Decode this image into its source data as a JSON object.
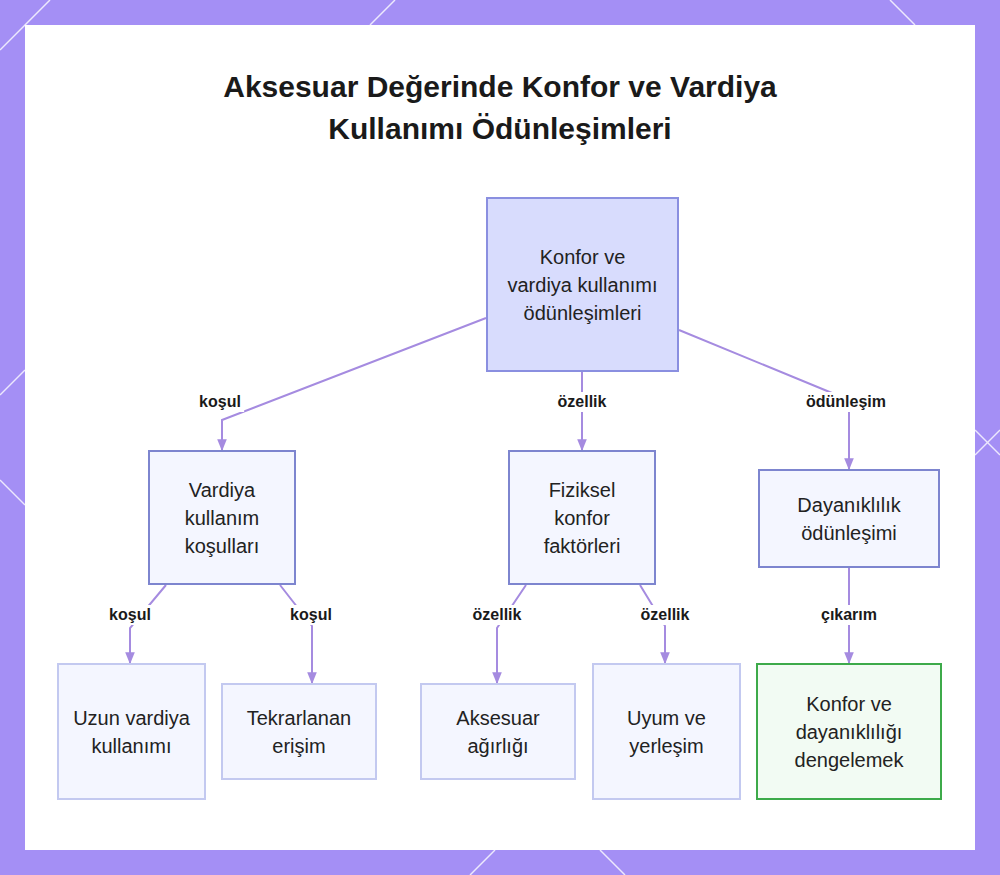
{
  "diagram": {
    "title": "Aksesuar Değerinde Konfor ve Vardiya Kullanımı Ödünleşimleri",
    "nodes": [
      {
        "text": [
          "Konfor ve vardiya kullanımı ödünleşimleri"
        ]
      },
      {
        "text": [
          "Vardiya kullanım koşulları"
        ]
      },
      {
        "text": [
          "Fiziksel konfor faktörleri"
        ]
      },
      {
        "text": [
          "Dayanıklılık ödünleşimi"
        ]
      },
      {
        "text": [
          "Uzun vardiya kullanımı"
        ]
      },
      {
        "text": [
          "Tekrarlanan erişim"
        ]
      },
      {
        "text": [
          "Aksesuar ağırlığı"
        ]
      },
      {
        "text": [
          "Uyum ve yerleşim"
        ]
      },
      {
        "text": [
          "Konfor ve dayanıklılığı dengelemek"
        ]
      }
    ],
    "edges": [
      {
        "from": 0,
        "to": 1,
        "label": "koşul",
        "arrow": "to"
      },
      {
        "from": 0,
        "to": 2,
        "label": "özellik",
        "arrow": "to"
      },
      {
        "from": 0,
        "to": 3,
        "label": "ödünleşim",
        "arrow": "to"
      },
      {
        "from": 1,
        "to": 4,
        "label": "koşul",
        "arrow": "to"
      },
      {
        "from": 1,
        "to": 5,
        "label": "koşul",
        "arrow": "to"
      },
      {
        "from": 2,
        "to": 6,
        "label": "özellik",
        "arrow": "to"
      },
      {
        "from": 2,
        "to": 7,
        "label": "özellik",
        "arrow": "to"
      },
      {
        "from": 3,
        "to": 8,
        "label": "çıkarım",
        "arrow": "to"
      }
    ]
  }
}
